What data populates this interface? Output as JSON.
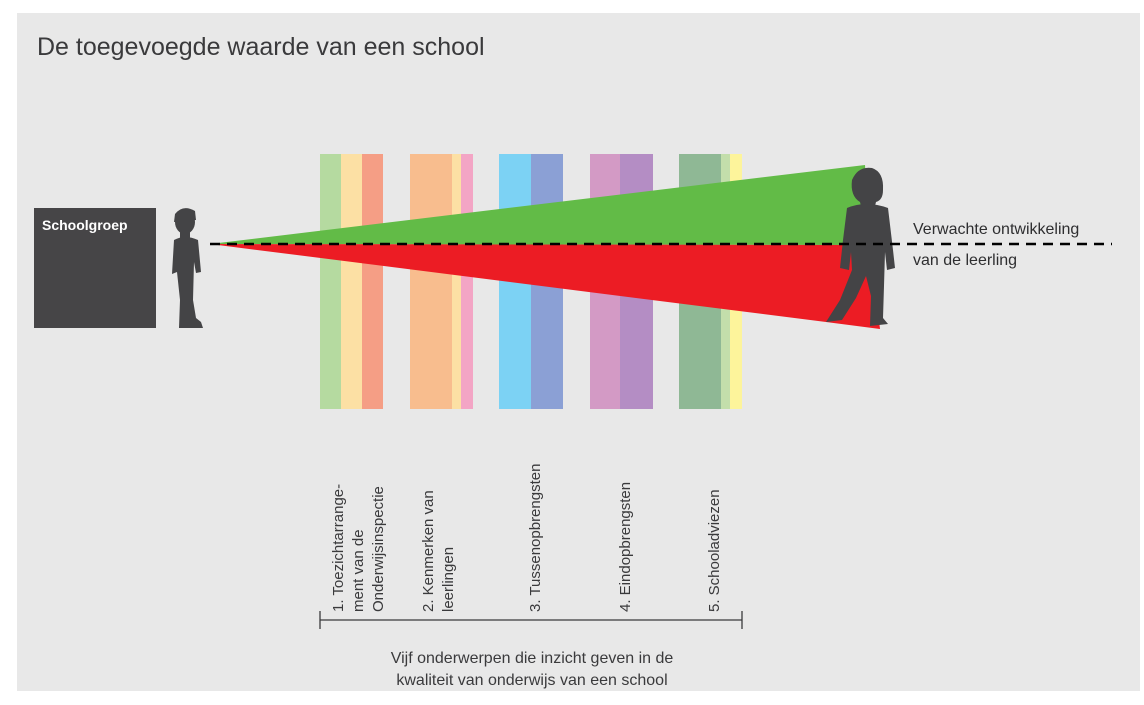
{
  "title": "De toegevoegde waarde van een school",
  "school_group_label": "Schoolgroep",
  "expected_development": [
    "Verwachte ontwikkeling",
    "van de leerling"
  ],
  "topics": [
    {
      "label": [
        "1. Toezichtarrange-",
        "ment van de",
        "Onderwijsinspectie"
      ],
      "colors": [
        "#b5daa0",
        "#fce0a4",
        "#f59e85"
      ]
    },
    {
      "label": [
        "2. Kenmerken van",
        "leerlingen"
      ],
      "colors": [
        "#f8bd8e",
        "#fce0a4",
        "#f3a5c5"
      ]
    },
    {
      "label": [
        "3. Tussenopbrengsten"
      ],
      "colors": [
        "#7cd2f4",
        "#8ba0d5"
      ]
    },
    {
      "label": [
        "4. Eindopbrengsten"
      ],
      "colors": [
        "#d39ac5",
        "#b48dc4"
      ]
    },
    {
      "label": [
        "5. Schooladviezen"
      ],
      "colors": [
        "#8fb895",
        "#c3deab",
        "#fdf49b"
      ]
    }
  ],
  "caption": [
    "Vijf onderwerpen die inzicht geven in de",
    "kwaliteit van onderwijs van een school"
  ],
  "colors": {
    "background": "#e8e8e8",
    "school_box": "#464547",
    "gain_wedge": "#62bb47",
    "loss_wedge": "#ec1c24",
    "figure": "#444446",
    "dashed_line": "#000000"
  }
}
